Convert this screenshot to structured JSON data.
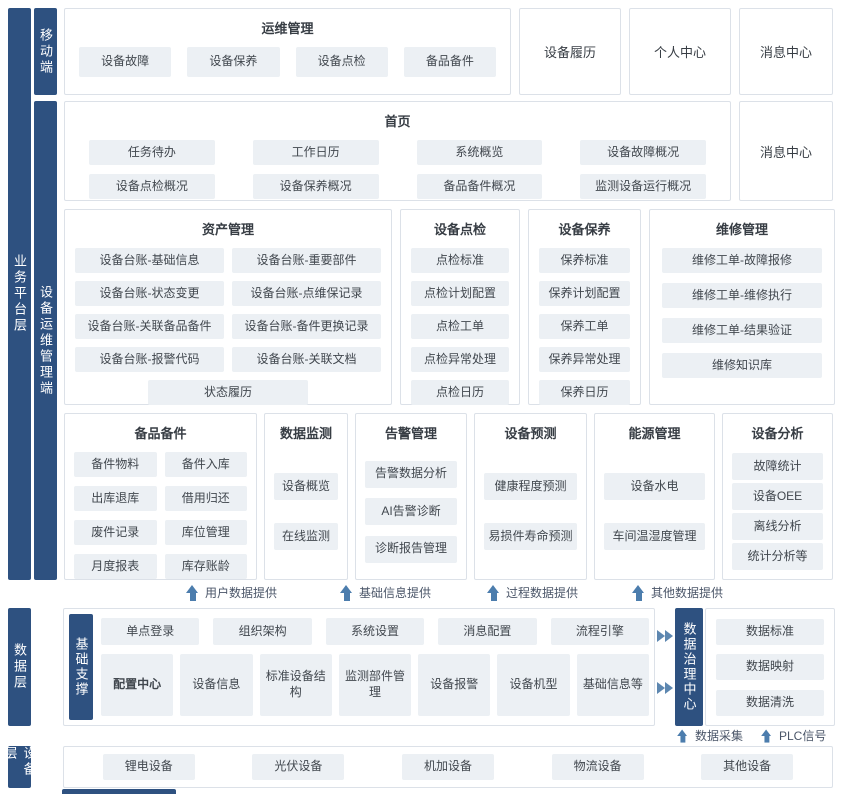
{
  "colors": {
    "layer_label_bg": "#2e5180",
    "item_bg": "#ecf0f4",
    "arrow_blue": "#4c7dad",
    "panel_border": "#dce1e8"
  },
  "layers": {
    "business": "业务平台层",
    "mobile": "移动端",
    "device_mgmt": "设备运维管理端",
    "data": "数据层",
    "support": "基础支撑",
    "equipment": "设备层"
  },
  "mobile": {
    "ops": {
      "title": "运维管理",
      "items": [
        "设备故障",
        "设备保养",
        "设备点检",
        "备品备件"
      ]
    },
    "history": "设备履历",
    "personal": "个人中心",
    "message": "消息中心"
  },
  "platform": {
    "home": {
      "title": "首页",
      "items": [
        "任务待办",
        "工作日历",
        "系统概览",
        "设备故障概况",
        "设备点检概况",
        "设备保养概况",
        "备品备件概况",
        "监测设备运行概况"
      ]
    },
    "message_center": "消息中心",
    "asset": {
      "title": "资产管理",
      "items": [
        "设备台账-基础信息",
        "设备台账-重要部件",
        "设备台账-状态变更",
        "设备台账-点维保记录",
        "设备台账-关联备品备件",
        "设备台账-备件更换记录",
        "设备台账-报警代码",
        "设备台账-关联文档",
        "状态履历"
      ]
    },
    "inspection": {
      "title": "设备点检",
      "items": [
        "点检标准",
        "点检计划配置",
        "点检工单",
        "点检异常处理",
        "点检日历"
      ]
    },
    "maintenance": {
      "title": "设备保养",
      "items": [
        "保养标准",
        "保养计划配置",
        "保养工单",
        "保养异常处理",
        "保养日历"
      ]
    },
    "repair": {
      "title": "维修管理",
      "items": [
        "维修工单-故障报修",
        "维修工单-维修执行",
        "维修工单-结果验证",
        "维修知识库"
      ]
    },
    "spare": {
      "title": "备品备件",
      "items": [
        "备件物料",
        "备件入库",
        "出库退库",
        "借用归还",
        "废件记录",
        "库位管理",
        "月度报表",
        "库存账龄"
      ]
    },
    "monitor": {
      "title": "数据监测",
      "items": [
        "设备概览",
        "在线监测"
      ]
    },
    "alarm": {
      "title": "告警管理",
      "items": [
        "告警数据分析",
        "AI告警诊断",
        "诊断报告管理"
      ]
    },
    "predict": {
      "title": "设备预测",
      "items": [
        "健康程度预测",
        "易损件寿命预测"
      ]
    },
    "energy": {
      "title": "能源管理",
      "items": [
        "设备水电",
        "车间温湿度管理"
      ]
    },
    "analysis": {
      "title": "设备分析",
      "items": [
        "故障统计",
        "设备OEE",
        "离线分析",
        "统计分析等"
      ]
    }
  },
  "flow": [
    "用户数据提供",
    "基础信息提供",
    "过程数据提供",
    "其他数据提供"
  ],
  "data_layer": {
    "row1": [
      "单点登录",
      "组织架构",
      "系统设置",
      "消息配置",
      "流程引擎"
    ],
    "row2": [
      "配置中心",
      "设备信息",
      "标准设备结构",
      "监测部件管理",
      "设备报警",
      "设备机型",
      "基础信息等"
    ],
    "governance": {
      "title": "数据治理中心",
      "items": [
        "数据标准",
        "数据映射",
        "数据清洗"
      ]
    },
    "collect": "数据采集",
    "plc": "PLC信号"
  },
  "equipment": {
    "items": [
      "锂电设备",
      "光伏设备",
      "机加设备",
      "物流设备",
      "其他设备"
    ]
  }
}
